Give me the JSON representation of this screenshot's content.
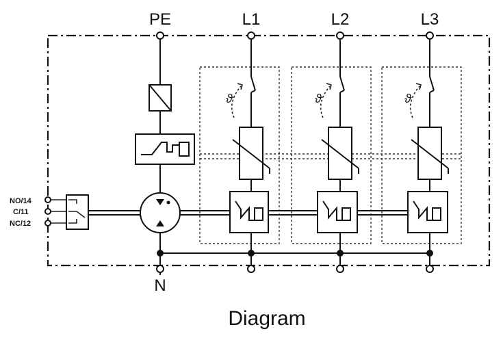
{
  "terminals": {
    "pe": "PE",
    "l1": "L1",
    "l2": "L2",
    "l3": "L3",
    "n": "N"
  },
  "aux_contacts": {
    "no": "NO/14",
    "c": "C/11",
    "nc": "NC/12"
  },
  "caption": "Diagram",
  "symbols": {
    "thermal": "ϑ"
  },
  "colors": {
    "line": "#111111",
    "background": "#ffffff"
  }
}
